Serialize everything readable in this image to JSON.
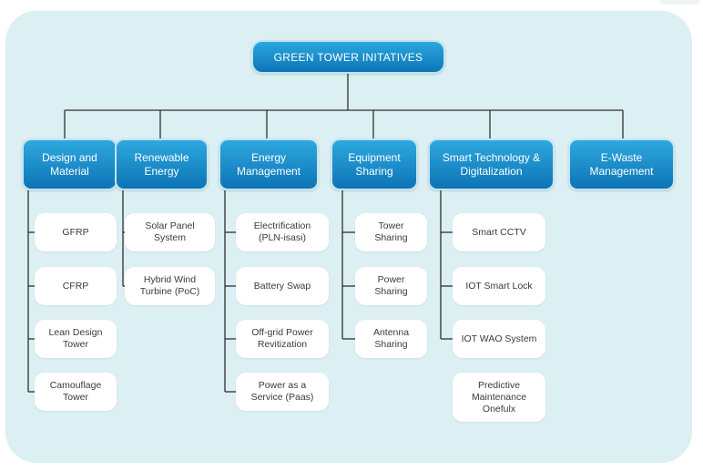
{
  "diagram": {
    "root": {
      "label": "GREEN TOWER INITATIVES"
    },
    "categories": [
      {
        "label": "Design and\nMaterial",
        "items": [
          "GFRP",
          "CFRP",
          "Lean Design\nTower",
          "Camouflage\nTower"
        ]
      },
      {
        "label": "Renewable\nEnergy",
        "items": [
          "Solar Panel\nSystem",
          "Hybrid Wind\nTurbine (PoC)"
        ]
      },
      {
        "label": "Energy\nManagement",
        "items": [
          "Electrification\n(PLN-isasi)",
          "Battery Swap",
          "Off-grid Power\nRevitization",
          "Power as a\nService (Paas)"
        ]
      },
      {
        "label": "Equipment\nSharing",
        "items": [
          "Tower\nSharing",
          "Power\nSharing",
          "Antenna\nSharing"
        ]
      },
      {
        "label": "Smart Technology &\nDigitalization",
        "items": [
          "Smart CCTV",
          "IOT Smart Lock",
          "IOT WAO System",
          "Predictive\nMaintenance\nOnefulx"
        ]
      },
      {
        "label": "E-Waste\nManagement",
        "items": []
      }
    ]
  },
  "colors": {
    "panel_background": "#dceff2",
    "node_gradient_top": "#2aa7de",
    "node_gradient_bottom": "#0d75b8",
    "item_background": "#ffffff",
    "connector": "#2f2f2f"
  }
}
